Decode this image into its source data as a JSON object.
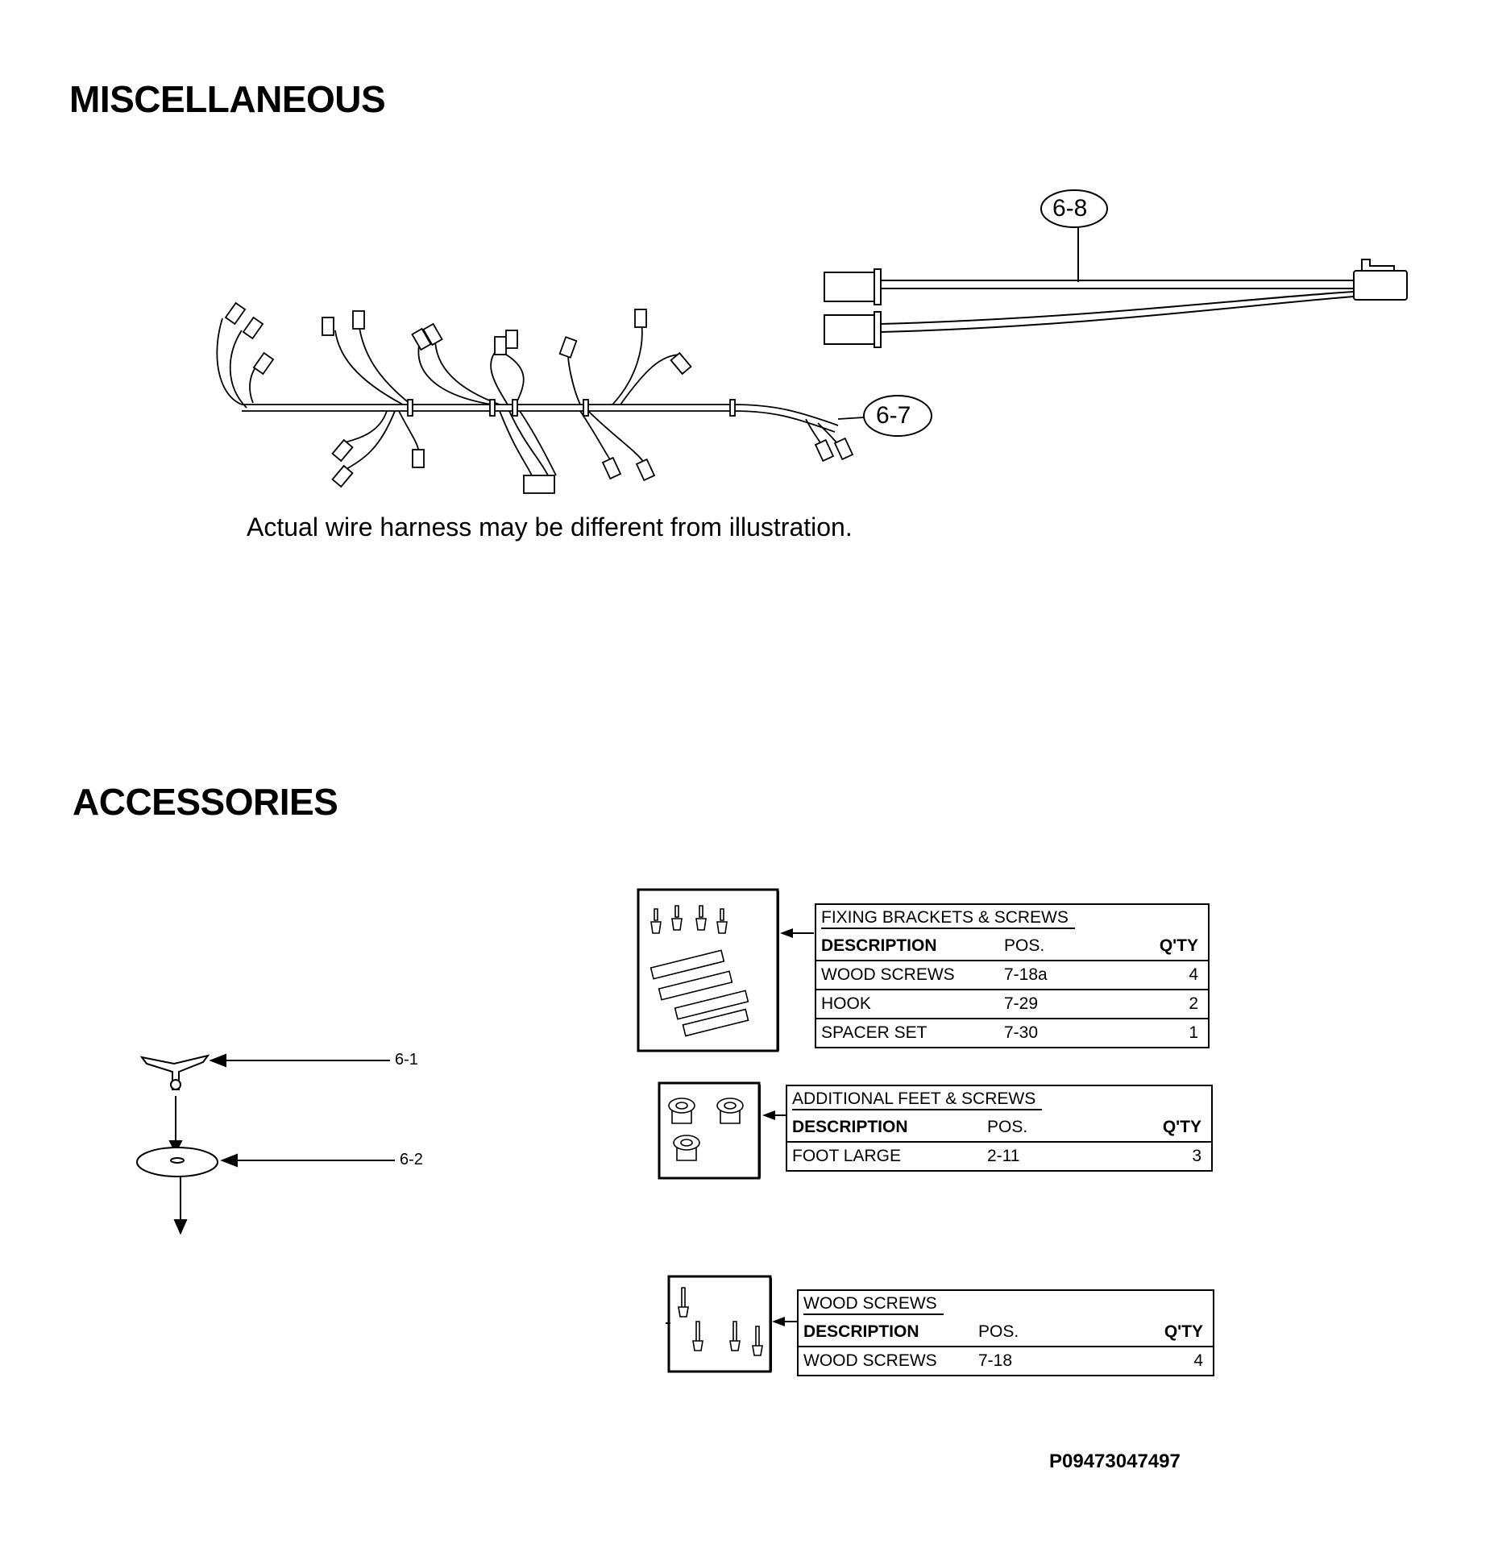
{
  "headings": {
    "miscellaneous": "MISCELLANEOUS",
    "accessories": "ACCESSORIES"
  },
  "misc": {
    "note": "Actual wire harness may be different from illustration.",
    "callout_harness_main": "6-7",
    "callout_harness_small": "6-8"
  },
  "accessories": {
    "callout_support": "6-1",
    "callout_plate": "6-2",
    "tables": [
      {
        "title": "FIXING BRACKETS & SCREWS",
        "headers": {
          "description": "DESCRIPTION",
          "pos": "POS.",
          "qty": "Q'TY"
        },
        "rows": [
          {
            "description": "WOOD SCREWS",
            "pos": "7-18a",
            "qty": "4"
          },
          {
            "description": "HOOK",
            "pos": "7-29",
            "qty": "2"
          },
          {
            "description": "SPACER SET",
            "pos": "7-30",
            "qty": "1"
          }
        ]
      },
      {
        "title": "ADDITIONAL FEET & SCREWS",
        "headers": {
          "description": "DESCRIPTION",
          "pos": "POS.",
          "qty": "Q'TY"
        },
        "rows": [
          {
            "description": "FOOT LARGE",
            "pos": "2-11",
            "qty": "3"
          }
        ]
      },
      {
        "title": "WOOD SCREWS",
        "headers": {
          "description": "DESCRIPTION",
          "pos": "POS.",
          "qty": "Q'TY"
        },
        "rows": [
          {
            "description": "WOOD SCREWS",
            "pos": "7-18",
            "qty": "4"
          }
        ]
      }
    ]
  },
  "document_code": "P09473047497"
}
